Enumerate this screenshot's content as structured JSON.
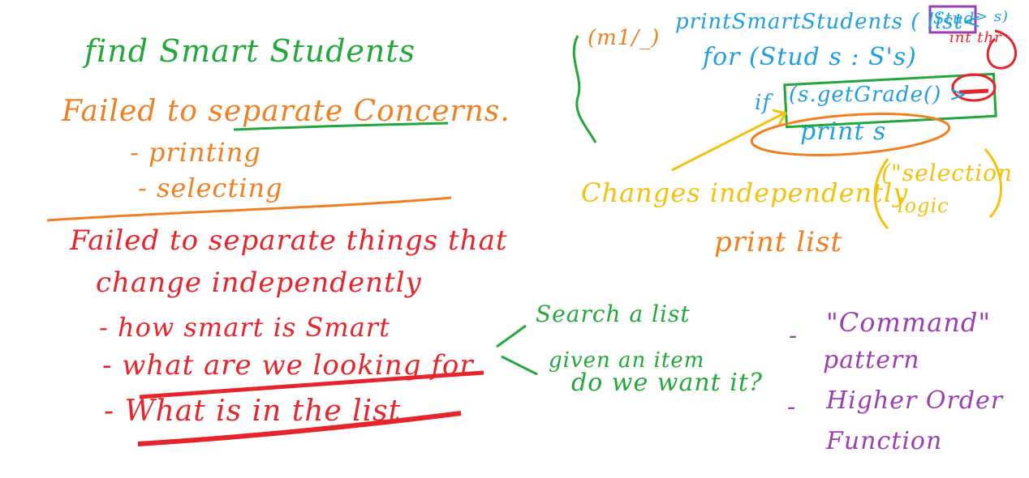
{
  "colors": {
    "green": "#22a83a",
    "orange": "#f07f22",
    "red": "#e8242b",
    "blue": "#1f9fe0",
    "yellow": "#f2c20e",
    "purple": "#9a3fb0"
  },
  "left": {
    "title": "find Smart Students",
    "failed_concerns": "Failed to separate Concerns.",
    "bullet_printing": "- printing",
    "bullet_selecting": "- selecting",
    "failed_things": "Failed to separate things that",
    "change_independently": "change independently",
    "item_how_smart": "- how smart is Smart",
    "item_looking_for": "- what are we looking for",
    "item_in_list": "- What is in the list"
  },
  "middle": {
    "search_list": "Search a list",
    "given_item_1": "given an item",
    "given_item_2": "do we want it?"
  },
  "purple": {
    "dash_1": "-",
    "command_1": "\"Command\"",
    "command_2": "pattern",
    "dash_2": "-",
    "higher_1": "Higher Order",
    "higher_2": "Function"
  },
  "code": {
    "line1_mod": "(m1/_)",
    "line1_sig": "printSmartStudents ( list<",
    "line1_type": "Stud",
    "line1_end": "> s)",
    "line1_note": "int thr",
    "line2": "for (Stud s : S's)",
    "line3_if": "if",
    "line3_cond": "(s.getGrade() >",
    "line4": "print s"
  },
  "right": {
    "changes": "Changes independently",
    "selection": "(\"selection",
    "logic": "logic",
    "print_list": "print list"
  }
}
